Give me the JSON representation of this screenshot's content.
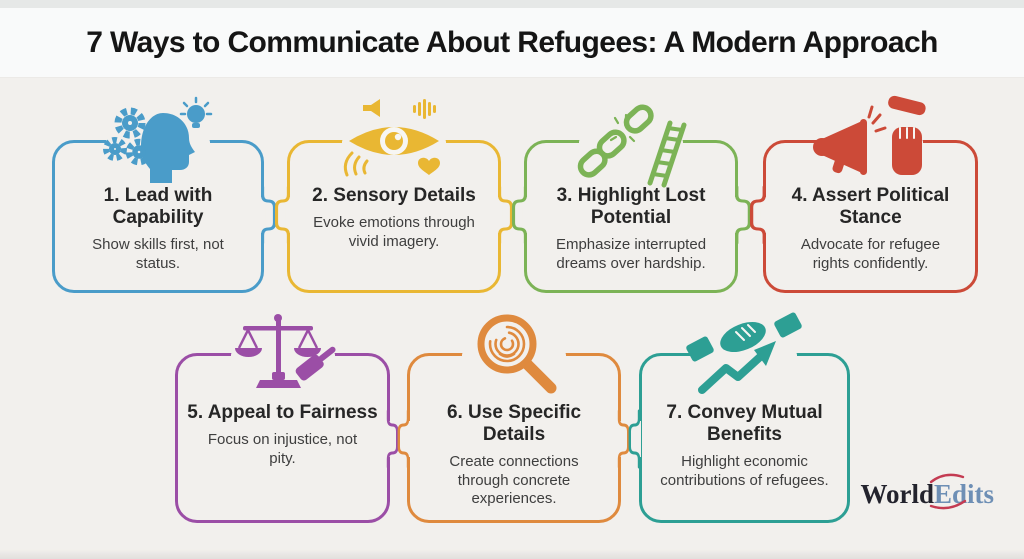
{
  "header": {
    "title": "7 Ways to Communicate About Refugees: A Modern Approach"
  },
  "cards": [
    {
      "heading": "1. Lead with Capability",
      "body": "Show skills first, not status.",
      "color": "#4a9cc9",
      "icon": "head-gears-lightbulb-icon"
    },
    {
      "heading": "2. Sensory Details",
      "body": "Evoke emotions through vivid imagery.",
      "color": "#e9b733",
      "icon": "eye-sound-heart-icon"
    },
    {
      "heading": "3. Highlight Lost Potential",
      "body": "Emphasize interrupted dreams over hardship.",
      "color": "#7cb356",
      "icon": "broken-chain-ladder-icon"
    },
    {
      "heading": "4. Assert Political Stance",
      "body": "Advocate for refugee rights confidently.",
      "color": "#cc4a38",
      "icon": "megaphone-raised-fist-icon"
    },
    {
      "heading": "5. Appeal to Fairness",
      "body": "Focus on injustice, not pity.",
      "color": "#9b4ea6",
      "icon": "scales-gavel-icon"
    },
    {
      "heading": "6. Use Specific Details",
      "body": "Create connections through concrete experiences.",
      "color": "#df8a3e",
      "icon": "magnifier-fingerprint-icon"
    },
    {
      "heading": "7. Convey Mutual Benefits",
      "body": "Highlight economic contributions of refugees.",
      "color": "#2d9f94",
      "icon": "handshake-growth-arrow-icon"
    }
  ],
  "logo": {
    "part1": "World",
    "part2": "Edits",
    "part1_color": "#23232d",
    "part2_color": "#6e8fb5",
    "accent_color": "#c43b52"
  },
  "palette": {
    "page_bg": "#f2f0ed",
    "band_bg": "#f9fafa",
    "top_strip": "#e6e8e7",
    "title_text": "#151515",
    "heading_text": "#262626",
    "body_text": "#3e3e3e"
  }
}
